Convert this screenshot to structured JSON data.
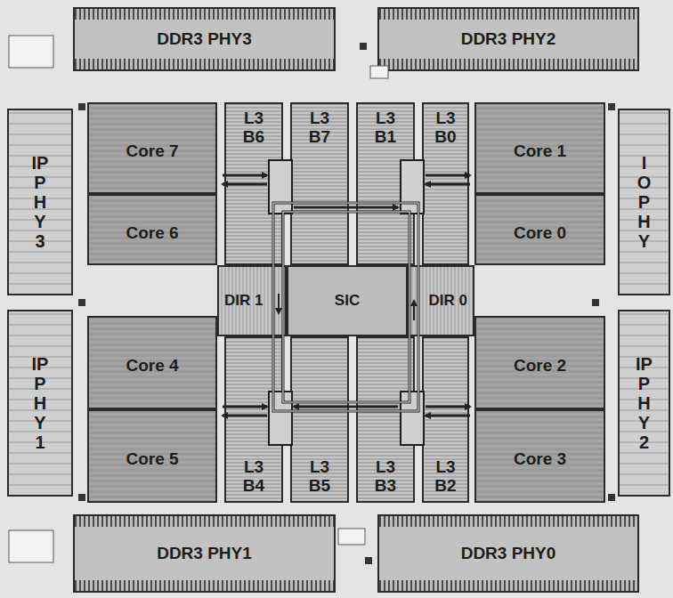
{
  "diagram": {
    "nodes": [
      {
        "text": [
          "DDR3 PHY3"
        ]
      },
      {
        "text": [
          "DDR3 PHY2"
        ]
      },
      {
        "text": [
          "IP PHY3"
        ]
      },
      {
        "text": [
          "Core 7"
        ]
      },
      {
        "text": [
          "L3 B6"
        ]
      },
      {
        "text": [
          "L3 B7"
        ]
      },
      {
        "text": [
          "L3 B1"
        ]
      },
      {
        "text": [
          "L3 B0"
        ]
      },
      {
        "text": [
          "Core 1"
        ]
      },
      {
        "text": [
          "IO PHY"
        ]
      },
      {
        "text": [
          "Core 6"
        ]
      },
      {
        "text": [
          "Core 0"
        ]
      },
      {
        "text": [
          "DIR 1"
        ]
      },
      {
        "text": [
          "SIC"
        ]
      },
      {
        "text": [
          "DIR 0"
        ]
      },
      {
        "text": [
          "IP PHY1"
        ]
      },
      {
        "text": [
          "Core 4"
        ]
      },
      {
        "text": [
          "Core 2"
        ]
      },
      {
        "text": [
          "IP PHY2"
        ]
      },
      {
        "text": [
          "Core 5"
        ]
      },
      {
        "text": [
          "L3 B4"
        ]
      },
      {
        "text": [
          "L3 B5"
        ]
      },
      {
        "text": [
          "L3 B3"
        ]
      },
      {
        "text": [
          "L3 B2"
        ]
      },
      {
        "text": [
          "Core 3"
        ]
      },
      {
        "text": [
          "DDR3 PHY1"
        ]
      },
      {
        "text": [
          "DDR3 PHY0"
        ]
      }
    ]
  }
}
